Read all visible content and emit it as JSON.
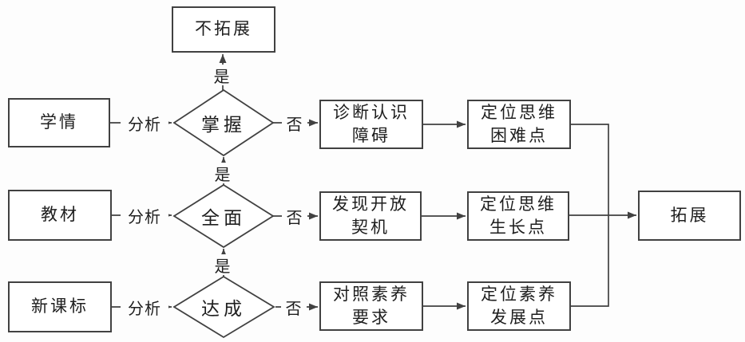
{
  "colors": {
    "line": "#414141",
    "text": "#1e1e1e",
    "bg": "#fdfdfd",
    "node-bg": "#ffffff"
  },
  "nodes": {
    "no_expand": "不拓展",
    "learning_situation": "学情",
    "textbook": "教材",
    "new_curriculum": "新课标",
    "mastered": "掌握",
    "comprehensive": "全面",
    "achieved": "达成",
    "diagnose_obstacle": "诊断认识\n障碍",
    "locate_difficulty": "定位思维\n困难点",
    "discover_opportunity": "发现开放\n契机",
    "locate_growth": "定位思维\n生长点",
    "compare_requirements": "对照素养\n要求",
    "locate_development": "定位素养\n发展点",
    "expand": "拓展"
  },
  "edges": [
    {
      "from": "learning_situation",
      "to": "mastered",
      "label": "分析"
    },
    {
      "from": "mastered",
      "to": "no_expand",
      "label": "是"
    },
    {
      "from": "mastered",
      "to": "diagnose_obstacle",
      "label": "否"
    },
    {
      "from": "diagnose_obstacle",
      "to": "locate_difficulty",
      "label": ""
    },
    {
      "from": "locate_difficulty",
      "to": "expand",
      "label": ""
    },
    {
      "from": "textbook",
      "to": "comprehensive",
      "label": "分析"
    },
    {
      "from": "comprehensive",
      "to": "mastered",
      "label": "是"
    },
    {
      "from": "comprehensive",
      "to": "discover_opportunity",
      "label": "否"
    },
    {
      "from": "discover_opportunity",
      "to": "locate_growth",
      "label": ""
    },
    {
      "from": "locate_growth",
      "to": "expand",
      "label": ""
    },
    {
      "from": "new_curriculum",
      "to": "achieved",
      "label": "分析"
    },
    {
      "from": "achieved",
      "to": "comprehensive",
      "label": "是"
    },
    {
      "from": "achieved",
      "to": "compare_requirements",
      "label": "否"
    },
    {
      "from": "compare_requirements",
      "to": "locate_development",
      "label": ""
    },
    {
      "from": "locate_development",
      "to": "expand",
      "label": ""
    }
  ]
}
